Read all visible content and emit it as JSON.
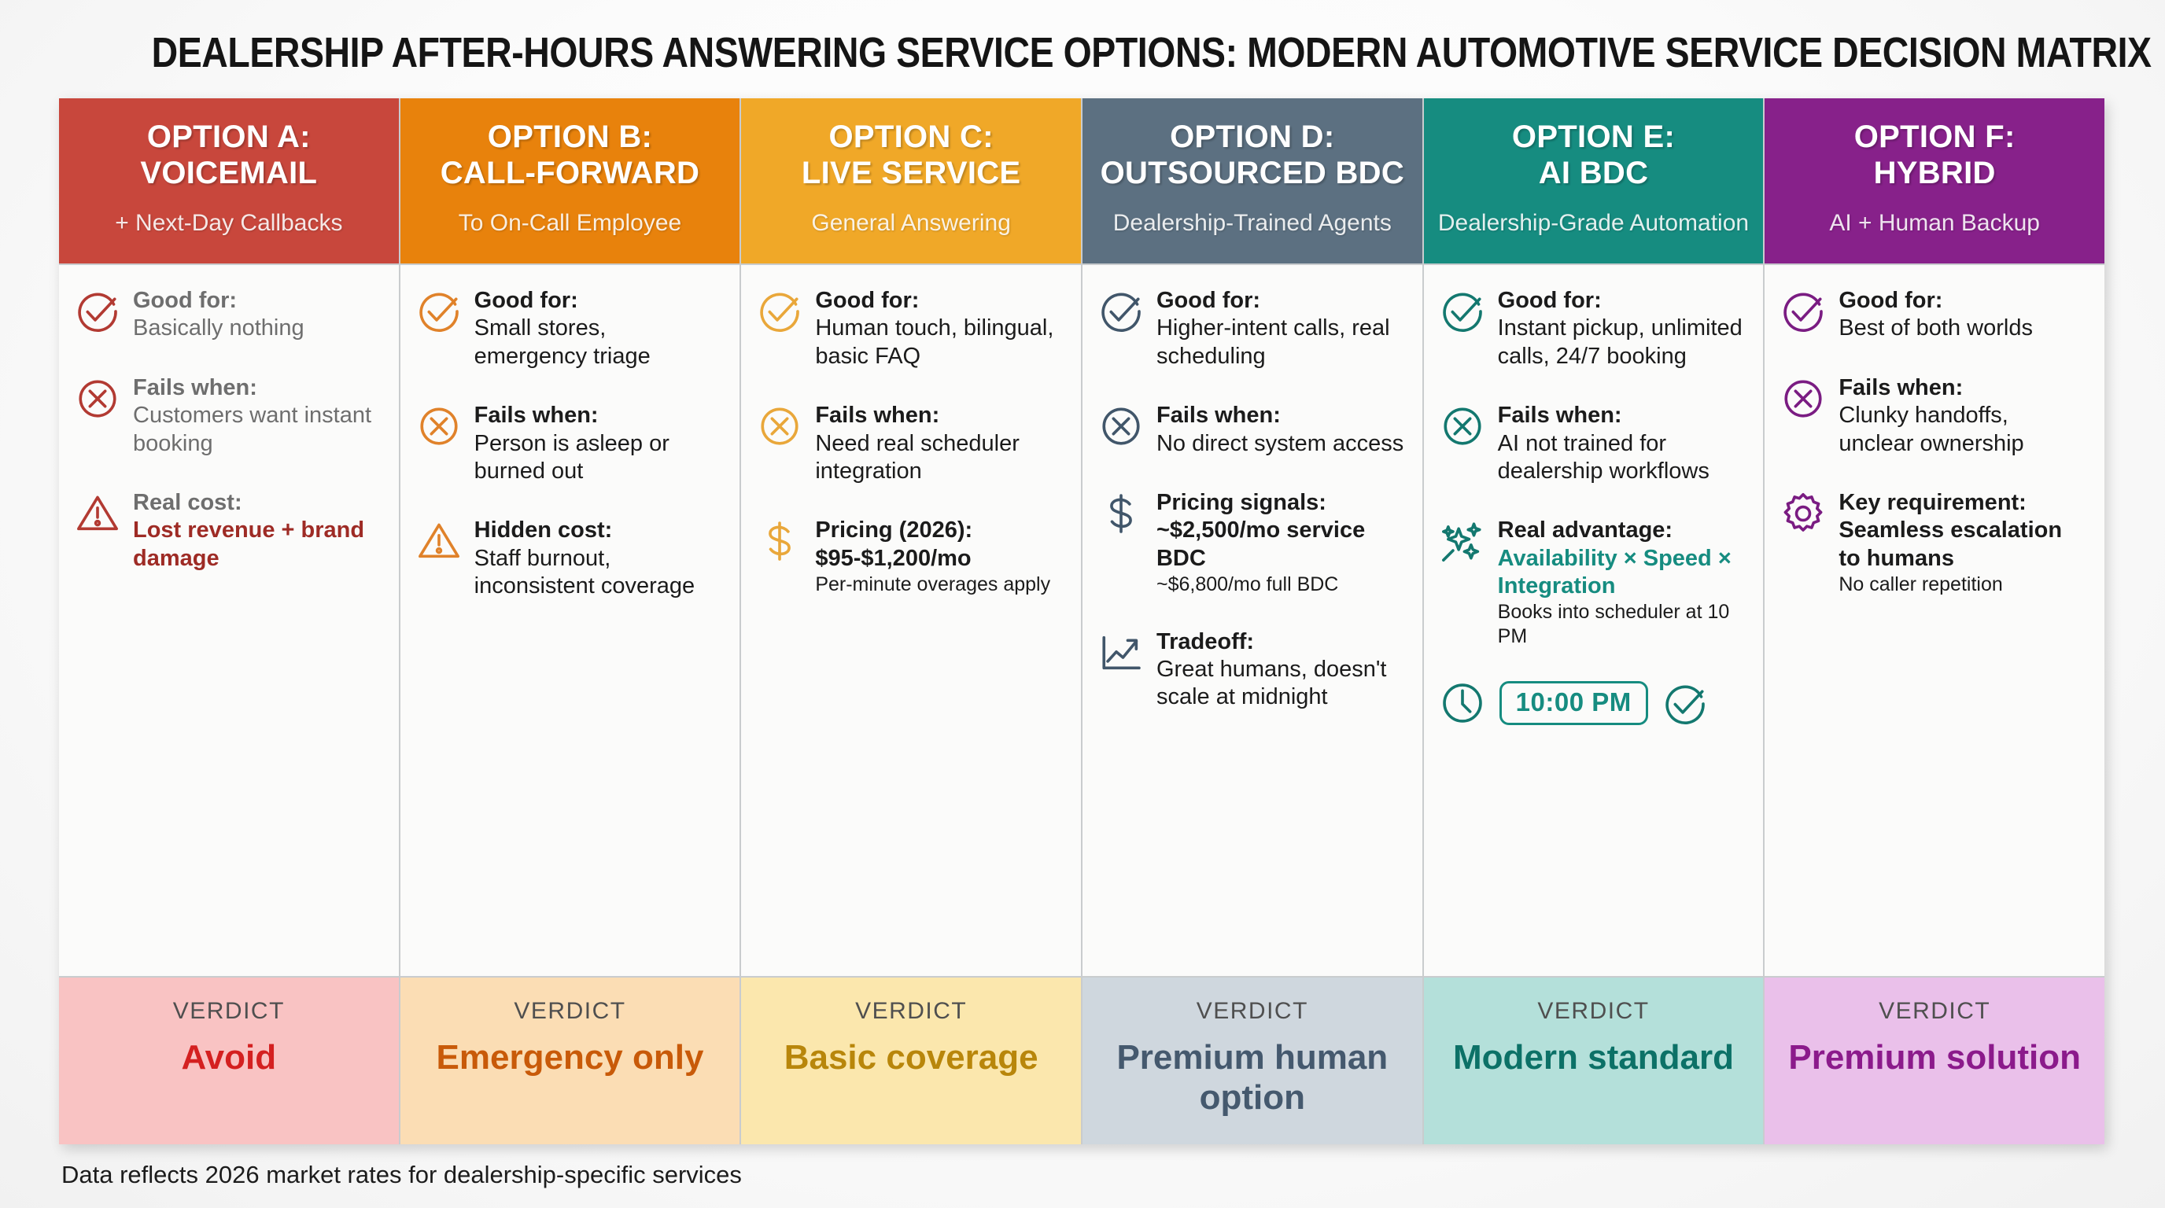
{
  "title": "DEALERSHIP AFTER-HOURS ANSWERING SERVICE OPTIONS: MODERN AUTOMOTIVE SERVICE DECISION MATRIX",
  "footer": "Data reflects 2026 market rates for dealership-specific services",
  "verdict_label": "VERDICT",
  "colors": {
    "option_a": "#C8473C",
    "option_b": "#E8820C",
    "option_c": "#F0A828",
    "option_d": "#5C7081",
    "option_e": "#168C80",
    "option_f": "#87218A"
  },
  "columns": [
    {
      "id": "option-a",
      "header_line1": "OPTION A:",
      "header_line2": "VOICEMAIL",
      "subtitle": "+ Next-Day Callbacks",
      "header_bg": "#C8473C",
      "accent": "#B23A32",
      "text_style": "muted",
      "features": [
        {
          "icon": "check-circle-icon",
          "label": "Good for:",
          "value": "Basically nothing",
          "value_bold": false
        },
        {
          "icon": "x-circle-icon",
          "label": "Fails when:",
          "value": "Customers want instant booking",
          "value_bold": false
        },
        {
          "icon": "warning-triangle-icon",
          "label": "Real cost:",
          "value": "Lost revenue + brand damage",
          "value_bold": true,
          "value_color": "#9E2B25"
        }
      ],
      "verdict": {
        "label": "VERDICT",
        "value": "Avoid",
        "bg": "#F9C3C3",
        "color": "#D42020"
      }
    },
    {
      "id": "option-b",
      "header_line1": "OPTION B:",
      "header_line2": "CALL-FORWARD",
      "subtitle": "To On-Call Employee",
      "header_bg": "#E8820C",
      "accent": "#E0822A",
      "text_style": "normal",
      "features": [
        {
          "icon": "check-circle-icon",
          "label": "Good for:",
          "value": "Small stores, emergency triage",
          "value_bold": false
        },
        {
          "icon": "x-circle-icon",
          "label": "Fails when:",
          "value": "Person is asleep or burned out",
          "value_bold": false
        },
        {
          "icon": "warning-triangle-icon",
          "label": "Hidden cost:",
          "value": "Staff burnout, inconsistent coverage",
          "value_bold": false
        }
      ],
      "verdict": {
        "label": "VERDICT",
        "value": "Emergency only",
        "bg": "#FBDDB4",
        "color": "#C85A09"
      }
    },
    {
      "id": "option-c",
      "header_line1": "OPTION C:",
      "header_line2": "LIVE SERVICE",
      "subtitle": "General Answering",
      "header_bg": "#F0A828",
      "accent": "#E9A73A",
      "text_style": "normal",
      "features": [
        {
          "icon": "check-circle-icon",
          "label": "Good for:",
          "value": "Human touch, bilingual, basic FAQ",
          "value_bold": false
        },
        {
          "icon": "x-circle-icon",
          "label": "Fails when:",
          "value": "Need real scheduler integration",
          "value_bold": false
        },
        {
          "icon": "dollar-icon",
          "label": "Pricing (2026):",
          "value": "$95-$1,200/mo",
          "value_bold": true,
          "note": "Per-minute overages apply"
        }
      ],
      "verdict": {
        "label": "VERDICT",
        "value": "Basic coverage",
        "bg": "#FBE7AD",
        "color": "#B8860B"
      }
    },
    {
      "id": "option-d",
      "header_line1": "OPTION D:",
      "header_line2": "OUTSOURCED BDC",
      "subtitle": "Dealership-Trained Agents",
      "header_bg": "#5C7081",
      "accent": "#41566A",
      "text_style": "normal",
      "features": [
        {
          "icon": "check-circle-icon",
          "label": "Good for:",
          "value": "Higher-intent calls, real scheduling",
          "value_bold": false
        },
        {
          "icon": "x-circle-icon",
          "label": "Fails when:",
          "value": "No direct system access",
          "value_bold": false
        },
        {
          "icon": "dollar-icon",
          "label": "Pricing signals:",
          "value": "~$2,500/mo service BDC",
          "value_bold": true,
          "note": "~$6,800/mo full BDC"
        },
        {
          "icon": "trend-up-icon",
          "label": "Tradeoff:",
          "value": "Great humans, doesn't scale at midnight",
          "value_bold": false
        }
      ],
      "verdict": {
        "label": "VERDICT",
        "value": "Premium human option",
        "bg": "#CFD7DE",
        "color": "#45596E"
      }
    },
    {
      "id": "option-e",
      "header_line1": "OPTION E:",
      "header_line2": "AI BDC",
      "subtitle": "Dealership-Grade Automation",
      "header_bg": "#168C80",
      "accent": "#13786F",
      "text_style": "normal",
      "features": [
        {
          "icon": "check-circle-icon",
          "label": "Good for:",
          "value": "Instant pickup, unlimited calls, 24/7 booking",
          "value_bold": false
        },
        {
          "icon": "x-circle-icon",
          "label": "Fails when:",
          "value": "AI not trained for dealership workflows",
          "value_bold": false
        },
        {
          "icon": "sparkles-icon",
          "label": "Real advantage:",
          "value": "Availability × Speed × Integration",
          "value_bold": true,
          "value_color": "#168C80",
          "note": "Books into scheduler at 10 PM"
        }
      ],
      "clock_row": {
        "time": "10:00 PM"
      },
      "verdict": {
        "label": "VERDICT",
        "value": "Modern standard",
        "bg": "#B4E0DA",
        "color": "#0C7167"
      }
    },
    {
      "id": "option-f",
      "header_line1": "OPTION F:",
      "header_line2": "HYBRID",
      "subtitle": "AI + Human Backup",
      "header_bg": "#87218A",
      "accent": "#7A1C82",
      "text_style": "normal",
      "features": [
        {
          "icon": "check-circle-icon",
          "label": "Good for:",
          "value": "Best of both worlds",
          "value_bold": false
        },
        {
          "icon": "x-circle-icon",
          "label": "Fails when:",
          "value": "Clunky handoffs, unclear ownership",
          "value_bold": false
        },
        {
          "icon": "gear-icon",
          "label": "Key requirement:",
          "value": "Seamless escalation to humans",
          "value_bold": true,
          "note": "No caller repetition"
        }
      ],
      "verdict": {
        "label": "VERDICT",
        "value": "Premium solution",
        "bg": "#EAC0EA",
        "color": "#8B1A8B"
      }
    }
  ]
}
